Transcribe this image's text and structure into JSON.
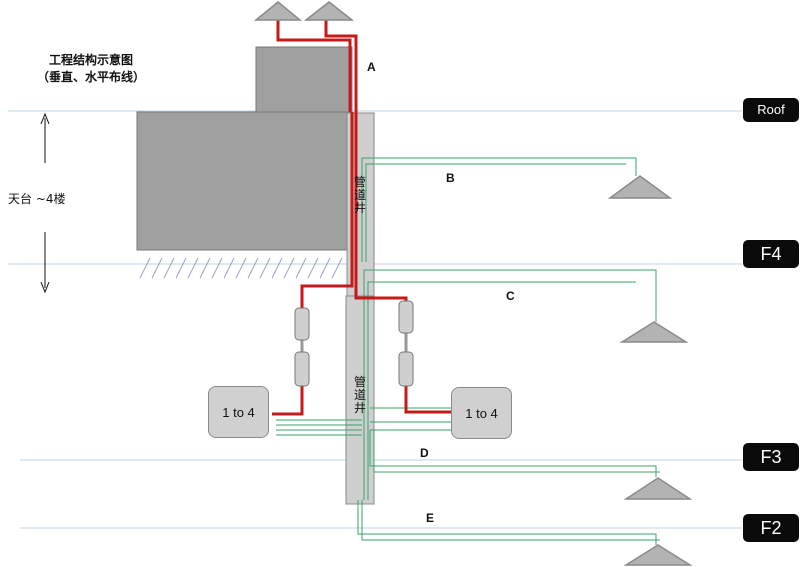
{
  "title": {
    "line1": "工程结构示意图",
    "line2": "（垂直、水平布线）"
  },
  "floors": {
    "roof": "Roof",
    "f4": "F4",
    "f3": "F3",
    "f2": "F2"
  },
  "branches": {
    "a": "A",
    "b": "B",
    "c": "C",
    "d": "D",
    "e": "E"
  },
  "shaft_label": "管道井",
  "shaft_label_lower": "管道井",
  "splitter_left": "1 to 4",
  "splitter_right": "1 to 4",
  "rooftop_range": "天台 ~4楼",
  "colors": {
    "building": "#a0a0a0",
    "shaft": "#cfcfcf",
    "feeder": "#c41a1a",
    "branch_cable": "#3aa36a",
    "antenna": "#b3b3b3",
    "floor_line": "#bcd4e0"
  }
}
